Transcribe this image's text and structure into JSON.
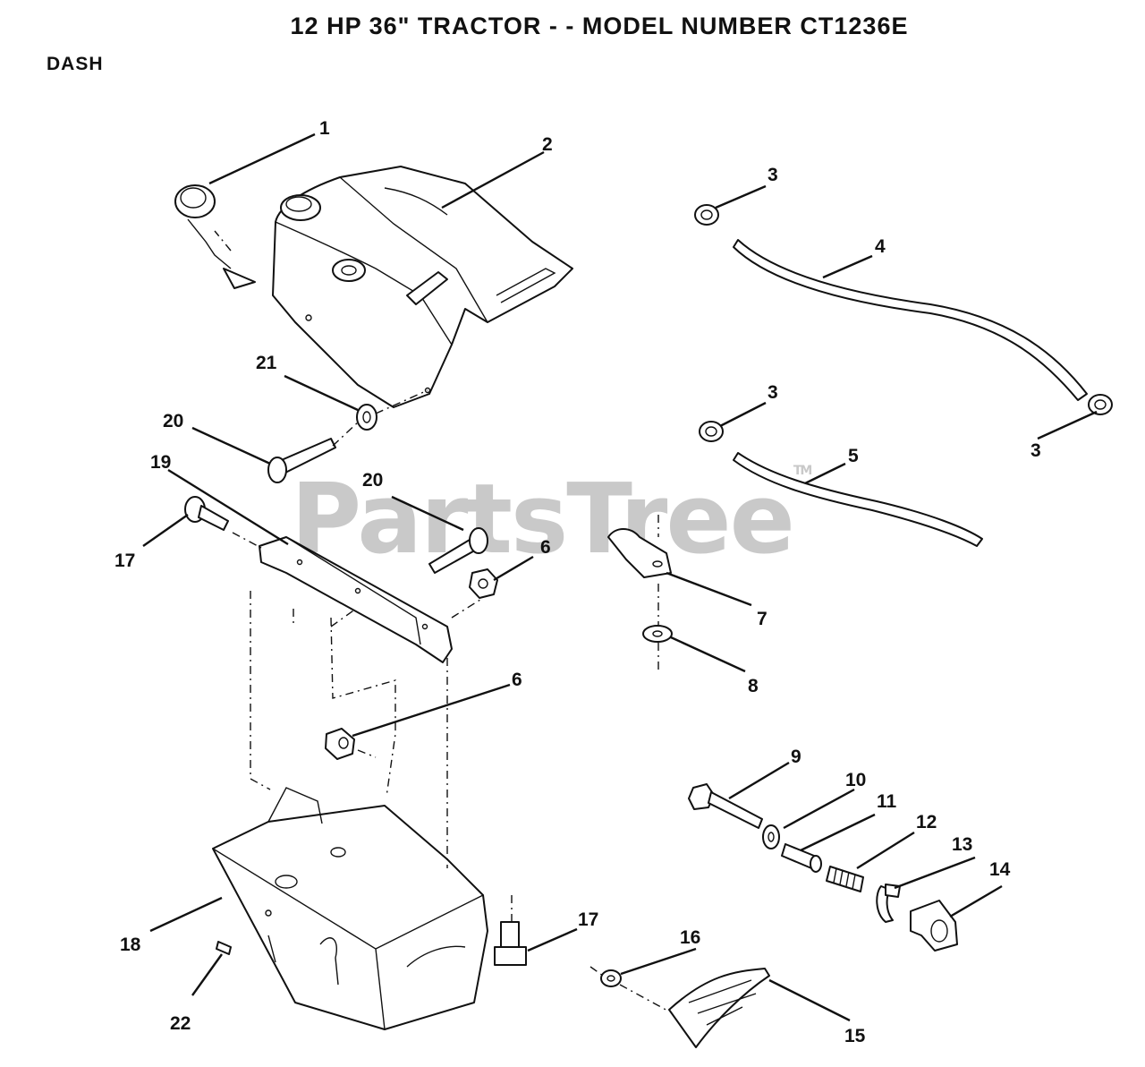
{
  "header": {
    "title": "12 HP 36\" TRACTOR - - MODEL NUMBER CT1236E",
    "section": "DASH"
  },
  "watermark": {
    "text": "PartsTree",
    "mark": "TM"
  },
  "callouts": [
    "1",
    "2",
    "3",
    "3",
    "3",
    "4",
    "5",
    "6",
    "6",
    "7",
    "8",
    "9",
    "10",
    "11",
    "12",
    "13",
    "14",
    "15",
    "16",
    "17",
    "17",
    "18",
    "19",
    "20",
    "20",
    "21",
    "22"
  ]
}
